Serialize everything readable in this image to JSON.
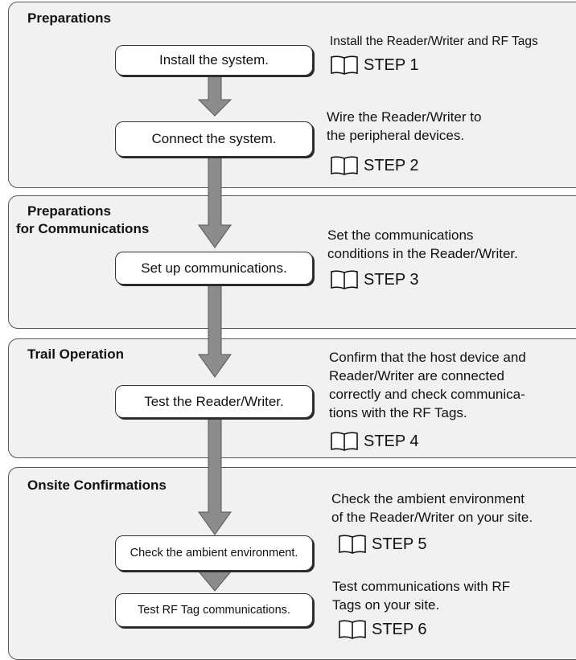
{
  "sections": [
    {
      "title": "Preparations"
    },
    {
      "title": "Preparations\nfor Communications"
    },
    {
      "title": "Trail Operation"
    },
    {
      "title": "Onsite Confirmations"
    }
  ],
  "steps": [
    {
      "label": "Install the system.",
      "description": [
        "Install the Reader/Writer and RF Tags"
      ],
      "ref": "STEP 1"
    },
    {
      "label": "Connect the system.",
      "description": [
        "Wire the Reader/Writer to",
        "the peripheral devices."
      ],
      "ref": "STEP 2"
    },
    {
      "label": "Set up communications.",
      "description": [
        "Set the communications",
        "conditions in the Reader/Writer."
      ],
      "ref": "STEP 3"
    },
    {
      "label": "Test the Reader/Writer.",
      "description": [
        "Confirm that the host device and",
        "Reader/Writer are connected",
        "correctly and check communica-",
        "tions with the RF Tags."
      ],
      "ref": "STEP 4"
    },
    {
      "label": "Check the ambient environment.",
      "description": [
        "Check the ambient environment",
        "of the Reader/Writer on your site."
      ],
      "ref": "STEP 5"
    },
    {
      "label": "Test RF Tag communications.",
      "description": [
        "Test communications with RF",
        "Tags on your site."
      ],
      "ref": "STEP 6"
    }
  ],
  "icons": {
    "reference": "book-icon"
  },
  "colors": {
    "section_fill": "#f1f1f1",
    "arrow_fill": "#8c8c8c"
  }
}
